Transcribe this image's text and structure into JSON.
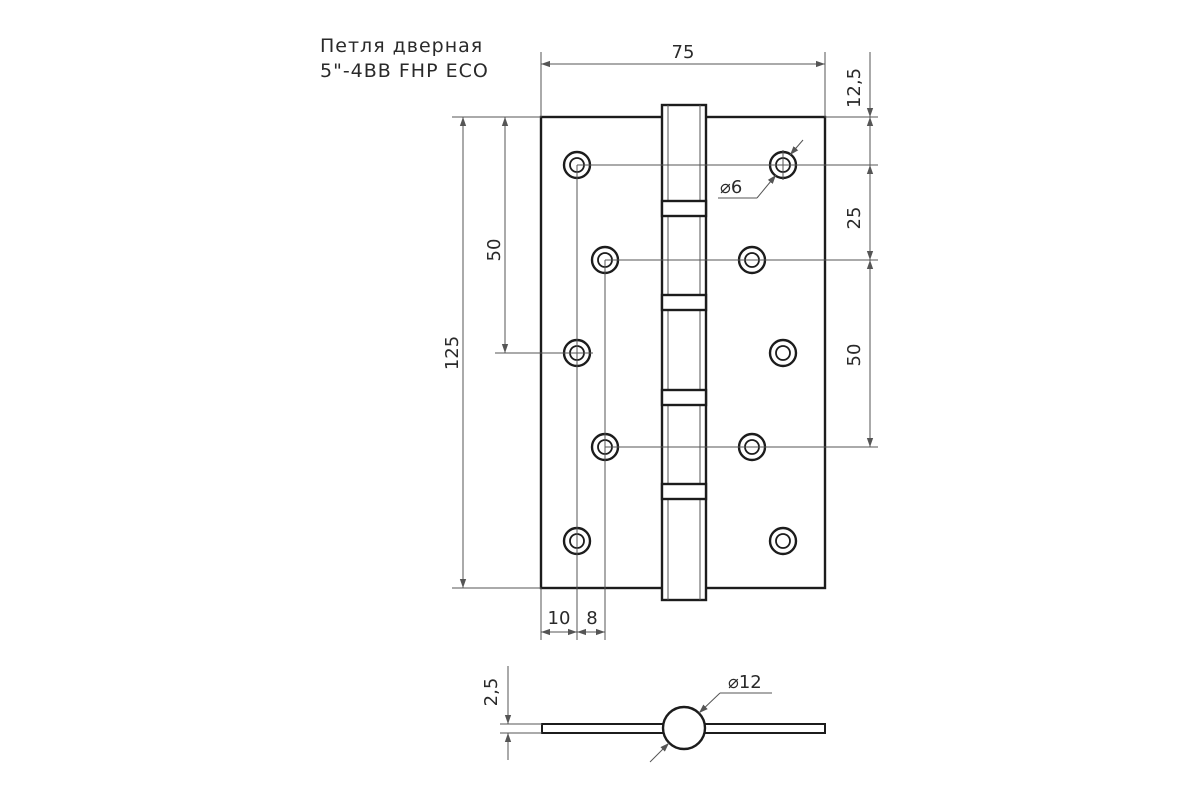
{
  "title": {
    "line1": "Петля  дверная",
    "line2": "5\"-4BB FHP ECO"
  },
  "dimensions": {
    "width": "75",
    "height": "125",
    "top_offset": "12,5",
    "hole_spacing_25": "25",
    "hole_spacing_50_right": "50",
    "hole_spacing_50_left": "50",
    "hole_diameter": "⌀6",
    "edge_offset": "10",
    "row_offset": "8",
    "thickness": "2,5",
    "knuckle_diameter": "⌀12"
  }
}
